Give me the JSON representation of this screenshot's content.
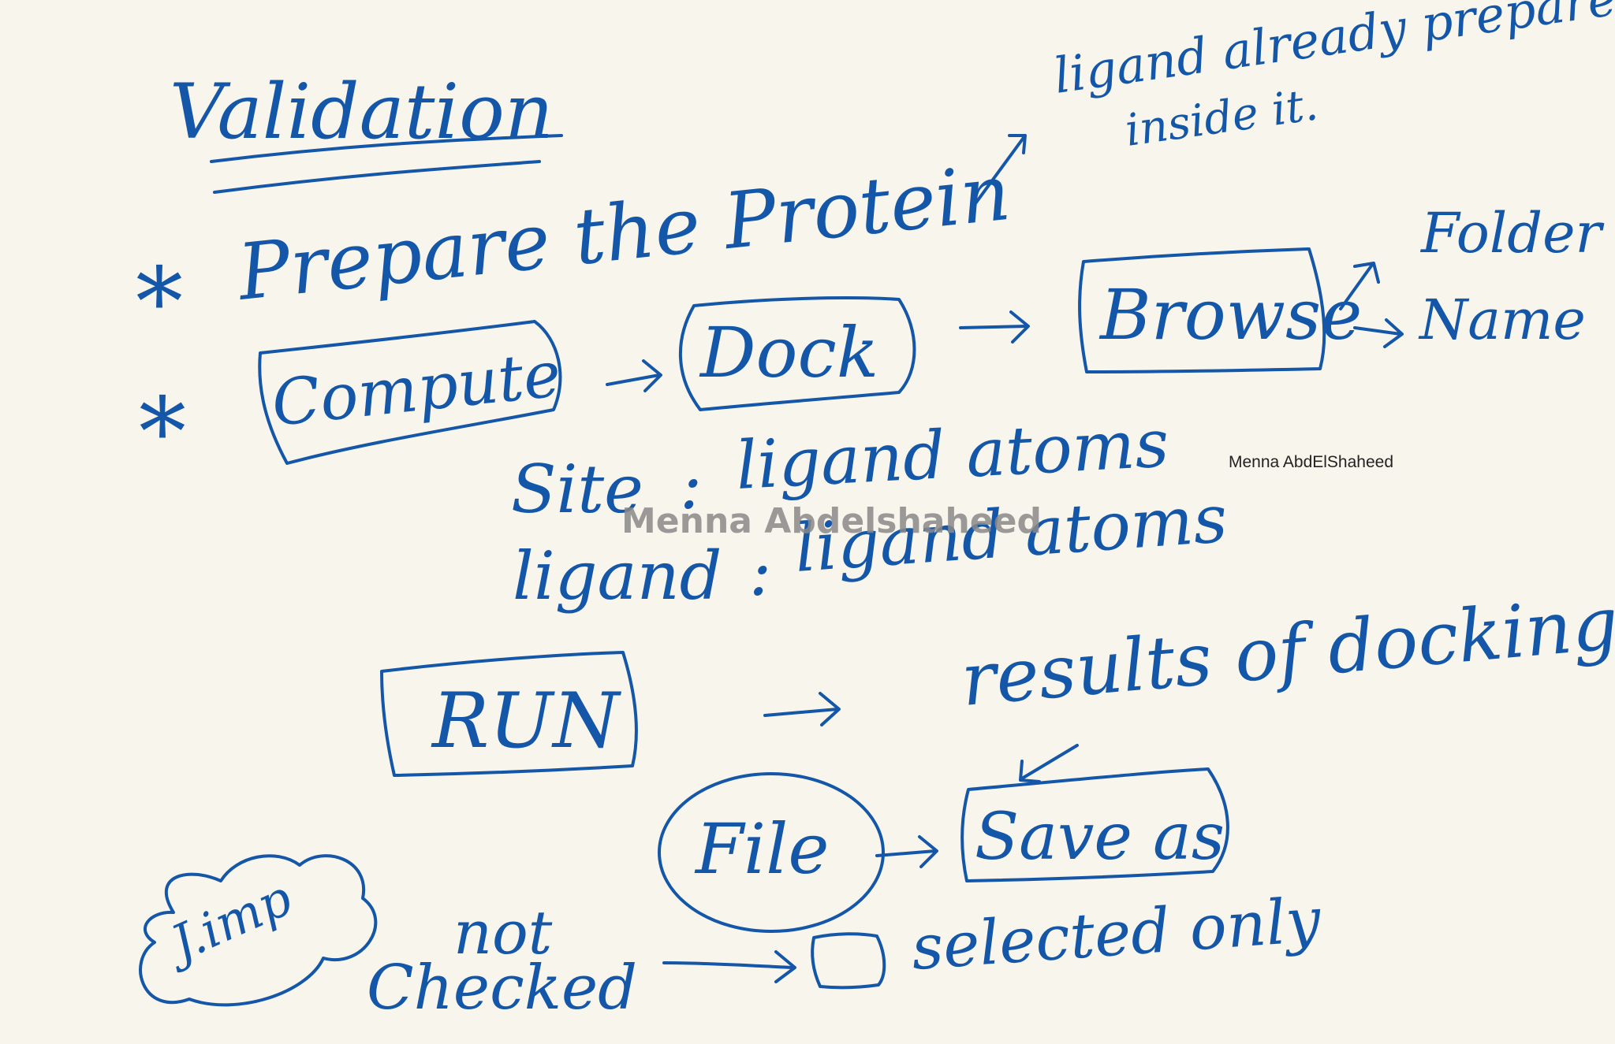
{
  "ink_color": "#1456a8",
  "background_color": "#f8f5ec",
  "title": "Validation",
  "note_top": {
    "line1": "ligand already prepared",
    "line2": "inside it."
  },
  "steps": {
    "bullet1_mark": "*",
    "bullet1": "Prepare the Protein",
    "bullet2_mark": "*",
    "compute": "Compute",
    "dock": "Dock",
    "browse": "Browse",
    "folder": "Folder",
    "name": "Name"
  },
  "settings": {
    "site_label": "Site",
    "site_sep": ":",
    "site_value": "ligand atoms",
    "ligand_label": "ligand",
    "ligand_sep": ":",
    "ligand_value": "ligand atoms"
  },
  "run": {
    "run": "RUN",
    "results": "results of docking",
    "file": "File",
    "save_as": "Save as"
  },
  "footer": {
    "imp": "J.imp",
    "not": "not",
    "checked": "Checked",
    "selected_only": "selected only"
  },
  "watermarks": {
    "center": "Menna Abdelshaheed",
    "right": "Menna AbdElShaheed"
  }
}
